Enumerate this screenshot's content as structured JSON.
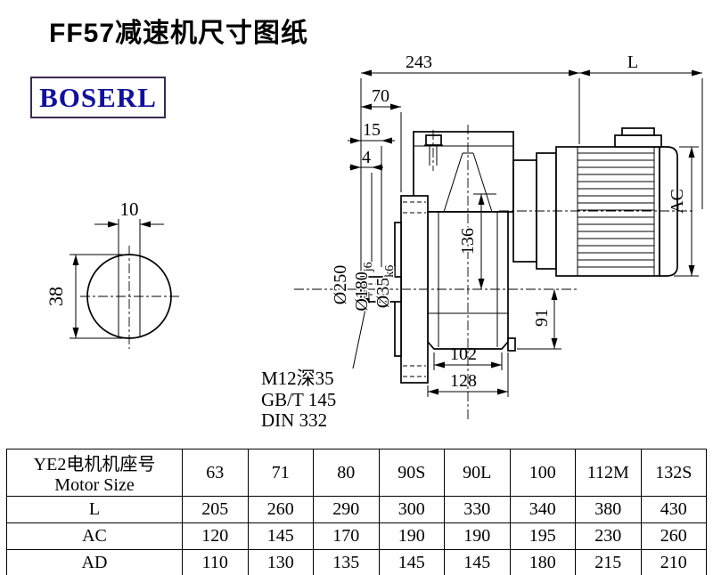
{
  "title": "FF57减速机尺寸图纸",
  "logo": {
    "text": "BOSERL",
    "text_color": "#11119c",
    "border_color": "#3a2a52"
  },
  "drawing": {
    "dims": {
      "top_width": "243",
      "motor_length": "L",
      "shaft_length": "70",
      "flange_offset": "15",
      "spigot_offset": "4",
      "key_width": "10",
      "shaft_height": "38",
      "flange_od": "Ø250",
      "spigot_d_main": "Ø180",
      "spigot_d_fit": "j6",
      "shaft_d_main": "Ø35",
      "shaft_d_fit": "k6",
      "axis_to_top": "136",
      "motor_od": "AC",
      "axis_to_bottom": "91",
      "foot_width": "102",
      "body_width": "128"
    },
    "notes": {
      "tap": "M12深35",
      "std1": "GB/T 145",
      "std2": "DIN 332"
    }
  },
  "table": {
    "header": {
      "line1": "YE2电机机座号",
      "line2": "Motor Size"
    },
    "sizes": [
      "63",
      "71",
      "80",
      "90S",
      "90L",
      "100",
      "112M",
      "132S"
    ],
    "rows": [
      {
        "label": "L",
        "values": [
          "205",
          "260",
          "290",
          "300",
          "330",
          "340",
          "380",
          "430"
        ]
      },
      {
        "label": "AC",
        "values": [
          "120",
          "145",
          "170",
          "190",
          "190",
          "195",
          "230",
          "260"
        ]
      },
      {
        "label": "AD",
        "values": [
          "110",
          "130",
          "135",
          "145",
          "145",
          "180",
          "215",
          "210"
        ]
      }
    ]
  }
}
